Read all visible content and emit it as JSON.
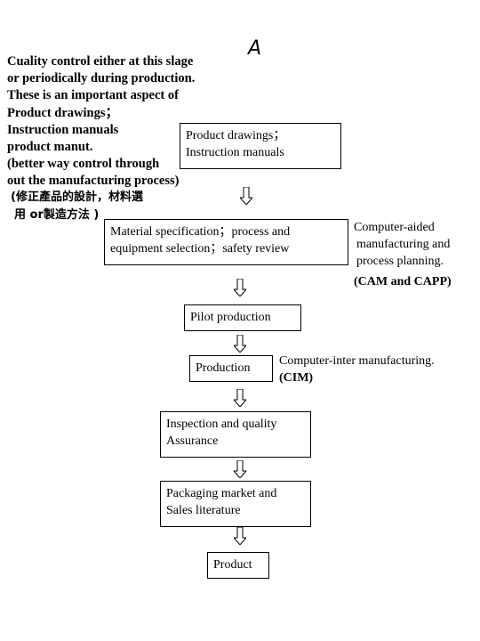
{
  "top_mark": "A",
  "left_notes": {
    "lines": [
      "Cuality control either at this slage",
      "or periodically during production.",
      "These is an important aspect of",
      "Product drawings；",
      "Instruction manuals",
      "product manut.",
      "(better way control through",
      " out the manufacturing process)"
    ],
    "chinese_lines": [
      "(修正產品的設計，材料選",
      "用 or製造方法 )"
    ]
  },
  "flow": {
    "product_drawings": [
      "Product drawings；",
      "Instruction manuals"
    ],
    "material_spec": [
      "Material specification；process and",
      "equipment selection；safety review"
    ],
    "pilot_production": "Pilot production",
    "production": "Production",
    "inspection": [
      "Inspection and quality",
      "Assurance"
    ],
    "packaging": [
      "Packaging market and",
      "Sales literature"
    ],
    "product": "Product"
  },
  "side_notes": {
    "cam_capp": [
      "Computer-aided",
      "manufacturing and",
      "process planning.",
      "(CAM and CAPP)"
    ],
    "cim": [
      "Computer-inter manufacturing.",
      "(CIM)"
    ]
  },
  "colors": {
    "text": "#000000",
    "border": "#000000",
    "background": "#ffffff"
  },
  "icons": {
    "flow_arrow": "down-arrow-icon"
  }
}
